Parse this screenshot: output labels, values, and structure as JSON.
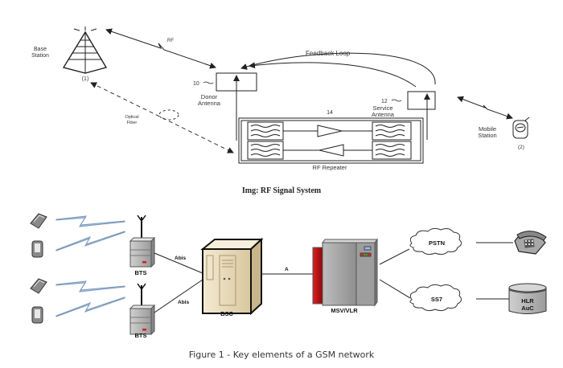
{
  "rf_diagram": {
    "base_station_label": [
      "Base",
      "Station"
    ],
    "base_station_ref": "(1)",
    "rf_link_label": "RF",
    "optical_fiber_label": [
      "Optical",
      "Fiber"
    ],
    "donor_antenna_ref": "10",
    "donor_antenna_label": [
      "Donor",
      "Antenna"
    ],
    "feedback_loop_label": "Feedback Loop",
    "service_antenna_ref": "12",
    "service_antenna_label": [
      "Service",
      "Antenna"
    ],
    "repeater_ref": "14",
    "repeater_label": "RF Repeater",
    "mobile_station_label": [
      "Mobile",
      "Station"
    ],
    "mobile_station_ref": "(2)",
    "caption": "Img: RF Signal System"
  },
  "gsm_diagram": {
    "bts_label": "BTS",
    "abis_label": "Abis",
    "bsc_label": "BSC",
    "a_interface_label": "A",
    "msc_label": "MSV/VLR",
    "pstn_label": "PSTN",
    "ss7_label": "SS7",
    "hlr_label": [
      "HLR",
      "AuC"
    ],
    "colors": {
      "radio_link": "#a9c7e8",
      "bts_body": "#b8b8b8",
      "bsc_body": "#ecdfc0",
      "msc_body": "#a8a8a8",
      "msc_accent": "#c01818"
    },
    "caption": "Figure 1 - Key elements of a GSM network"
  }
}
